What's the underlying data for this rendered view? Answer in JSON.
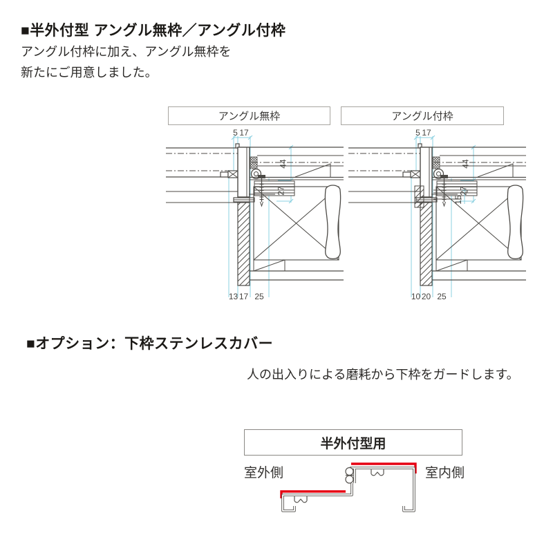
{
  "section1": {
    "bullet": "■",
    "title": "半外付型 アングル無枠／アングル付枠",
    "description": [
      "アングル付枠に加え、アングル無枠を",
      "新たにご用意しました。"
    ]
  },
  "diagrams": {
    "left": {
      "label": "アングル無枠",
      "dims": {
        "top_a": "5",
        "top_b": "17",
        "side_a": "44",
        "side_b": "27",
        "bottom_a": "13",
        "bottom_b": "17",
        "bottom_c": "25"
      }
    },
    "right": {
      "label": "アングル付枠",
      "dims": {
        "top_a": "5",
        "top_b": "17",
        "side_a": "44",
        "side_b": "27",
        "side_c": "15",
        "bottom_a": "10",
        "bottom_b": "20",
        "bottom_c": "25"
      }
    }
  },
  "section2": {
    "bullet": "■",
    "title": "オプション：下枠ステンレスカバー",
    "description": "人の出入りによる磨耗から下枠をガードします。"
  },
  "profile": {
    "label": "半外付型用",
    "outdoor_label": "室外側",
    "indoor_label": "室内側"
  },
  "colors": {
    "dimension_line": "#8bd0e0",
    "drawing_line": "#4c4a46",
    "cover_highlight": "#e60012"
  }
}
